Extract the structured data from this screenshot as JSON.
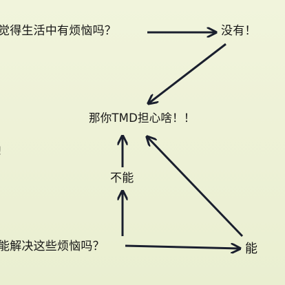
{
  "diagram": {
    "question_top": "觉得生活中有烦恼吗？",
    "answer_no": "没有！",
    "center": "那你TMD担心啥！！",
    "answer_cannot": "不能",
    "question_bottom": "能解决这些烦恼吗？",
    "answer_can": "能",
    "left_edge_mark": "!"
  },
  "colors": {
    "background": "#eef2d6",
    "text": "#161616",
    "arrow": "#1a1f2e"
  }
}
